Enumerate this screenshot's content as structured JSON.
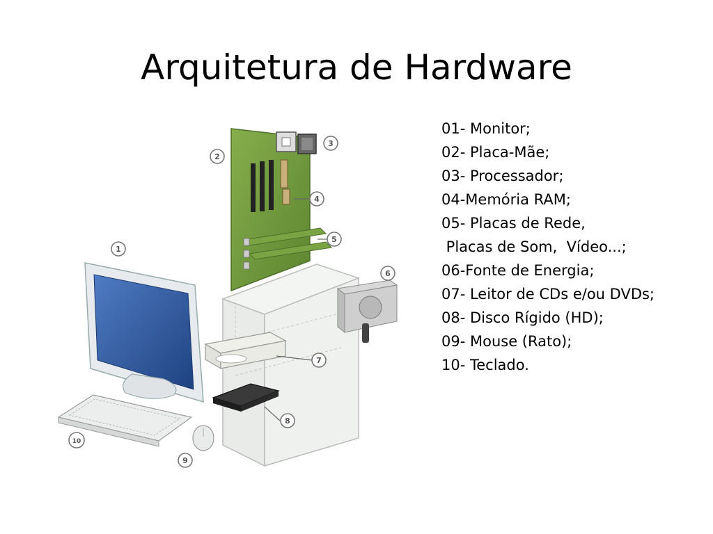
{
  "slide": {
    "title": "Arquitetura de Hardware"
  },
  "legend": {
    "items": [
      "01- Monitor;",
      "02- Placa-Mãe;",
      "03- Processador;",
      "04-Memória RAM;",
      "05- Placas de Rede,",
      " Placas de Som,  Vídeo...;",
      "06-Fonte de Energia;",
      "07- Leitor de CDs e/ou DVDs;",
      "08- Disco Rígido (HD);",
      "09- Mouse (Rato);",
      "10- Teclado."
    ]
  },
  "callouts": [
    "1",
    "2",
    "3",
    "4",
    "5",
    "6",
    "7",
    "8",
    "9",
    "10"
  ],
  "colors": {
    "board_green": "#6f9a3a",
    "monitor_screen": "#2f5a9e",
    "case_glass": "#eef1ee",
    "drive_dark": "#2a2a2a"
  }
}
